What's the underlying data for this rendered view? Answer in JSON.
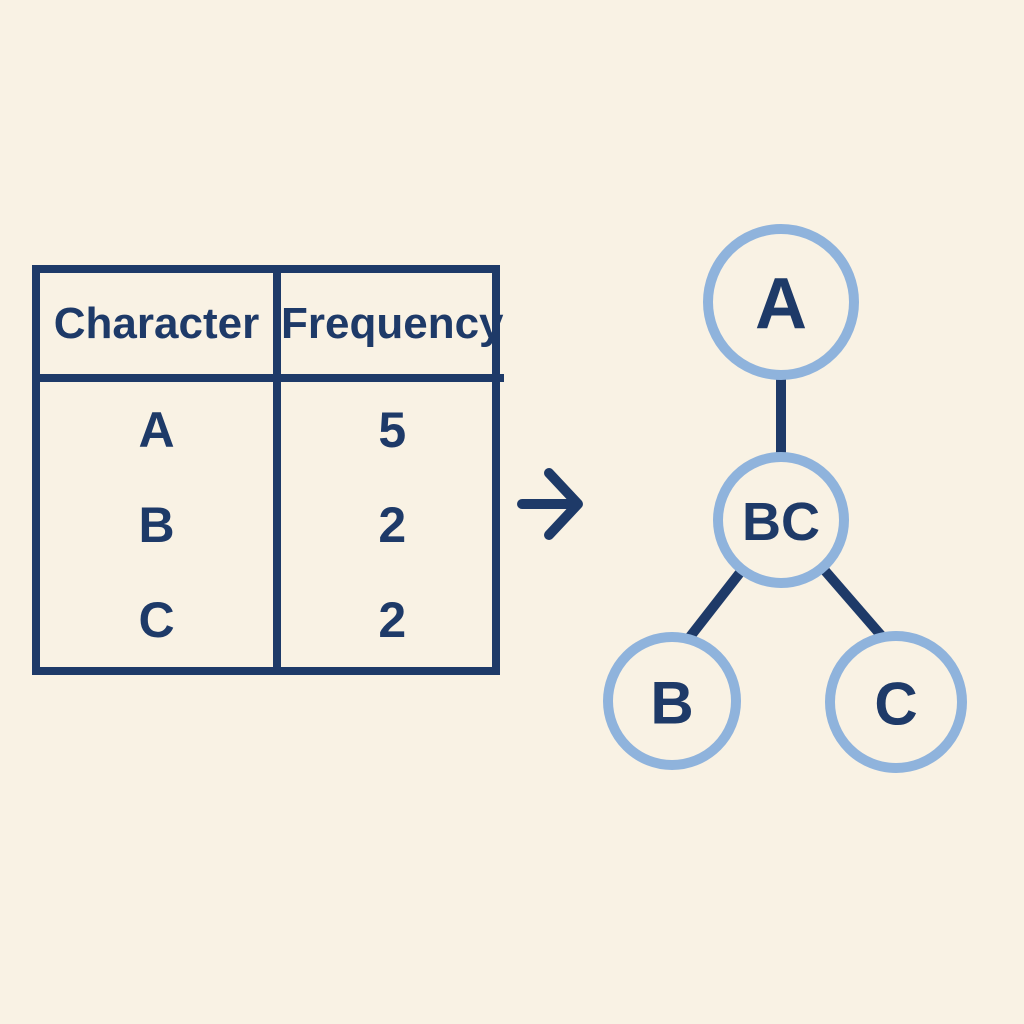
{
  "colors": {
    "bg": "#f9f2e4",
    "navy": "#1e3a68",
    "light-blue": "#8fb3dc"
  },
  "table": {
    "headers": [
      "Character",
      "Frequency"
    ],
    "rows": [
      [
        "A",
        "5"
      ],
      [
        "B",
        "2"
      ],
      [
        "C",
        "2"
      ]
    ]
  },
  "icons": {
    "arrow": "right-arrow"
  },
  "tree": {
    "nodes": [
      {
        "id": "A",
        "label": "A"
      },
      {
        "id": "BC",
        "label": "BC"
      },
      {
        "id": "B",
        "label": "B"
      },
      {
        "id": "C",
        "label": "C"
      }
    ],
    "edges": [
      "A-BC",
      "BC-B",
      "BC-C"
    ]
  }
}
